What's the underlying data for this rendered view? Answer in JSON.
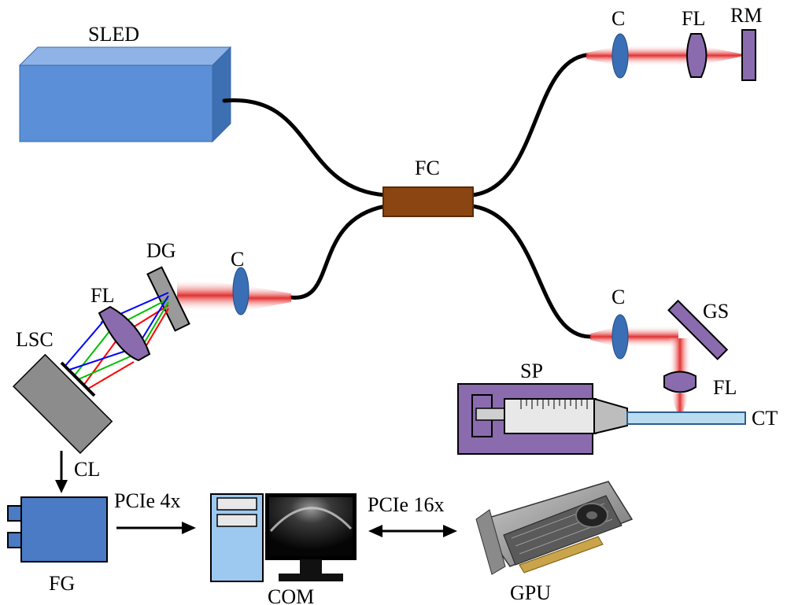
{
  "labels": {
    "sled": "SLED",
    "fc": "FC",
    "c_ref": "C",
    "fl_ref": "FL",
    "rm": "RM",
    "c_sample": "C",
    "gs": "GS",
    "fl_sample": "FL",
    "sp": "SP",
    "ct": "CT",
    "dg": "DG",
    "c_spec": "C",
    "fl_spec": "FL",
    "lsc": "LSC",
    "cl": "CL",
    "fg": "FG",
    "pcie4": "PCIe 4x",
    "com": "COM",
    "pcie16": "PCIe 16x",
    "gpu": "GPU"
  },
  "colors": {
    "sled": "#5b8fd8",
    "coupler": "#8b4513",
    "lens": "#3a6fb5",
    "purple": "#8a6cae",
    "beam": "#e23030",
    "grating": "#9a9a9a",
    "camera": "#8c8c8c",
    "frame_grabber": "#4a7bc4",
    "fiber": "#000000",
    "capillary": "#b9dcf0",
    "spectrum_blue": "#0000ff",
    "spectrum_green": "#00c000",
    "spectrum_red": "#ff0000"
  }
}
